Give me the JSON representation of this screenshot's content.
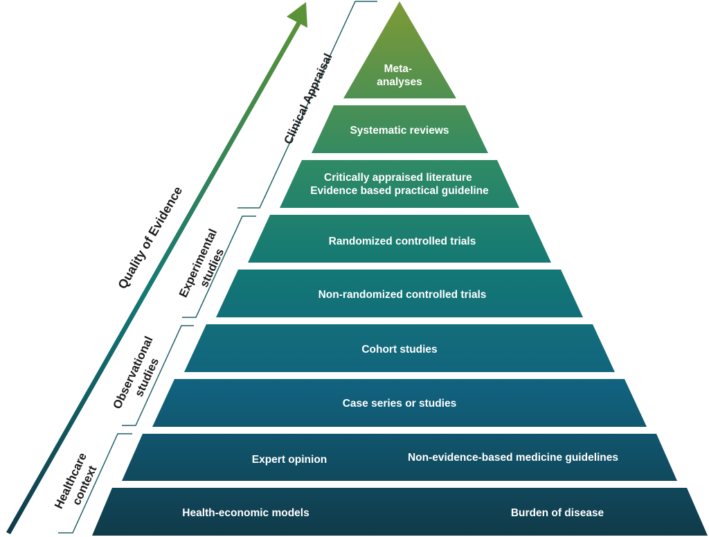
{
  "diagram": {
    "tiers": [
      {
        "id": "meta",
        "lines": [
          "Meta-",
          "analyses"
        ]
      },
      {
        "id": "sr",
        "lines": [
          "Systematic reviews"
        ]
      },
      {
        "id": "cal",
        "lines": [
          "Critically appraised literature",
          "Evidence based practical guideline"
        ]
      },
      {
        "id": "rct",
        "lines": [
          "Randomized controlled trials"
        ]
      },
      {
        "id": "nrct",
        "lines": [
          "Non-randomized controlled trials"
        ]
      },
      {
        "id": "cohort",
        "lines": [
          "Cohort studies"
        ]
      },
      {
        "id": "case",
        "lines": [
          "Case series or studies"
        ]
      },
      {
        "id": "expert",
        "left": "Expert opinion",
        "right": "Non-evidence-based medicine guidelines"
      },
      {
        "id": "econ",
        "left": "Health-economic models",
        "right": "Burden of disease"
      }
    ],
    "groups": [
      {
        "id": "clinical",
        "lines": [
          "Clinical Appraisal"
        ]
      },
      {
        "id": "experimental",
        "lines": [
          "Experimental",
          "studies"
        ]
      },
      {
        "id": "observational",
        "lines": [
          "Observational",
          "studies"
        ]
      },
      {
        "id": "healthcare",
        "lines": [
          "Healthcare",
          "context"
        ]
      }
    ],
    "arrow_label": "Quality of Evidence",
    "colors": {
      "top": "#7f9a35",
      "upper_mid": "#2f8a64",
      "mid": "#137875",
      "lower_mid": "#11627e",
      "bottom": "#103a49",
      "bracket": "#1e5f67",
      "arrow_top": "#5f9434",
      "arrow_bottom": "#103a49"
    }
  }
}
